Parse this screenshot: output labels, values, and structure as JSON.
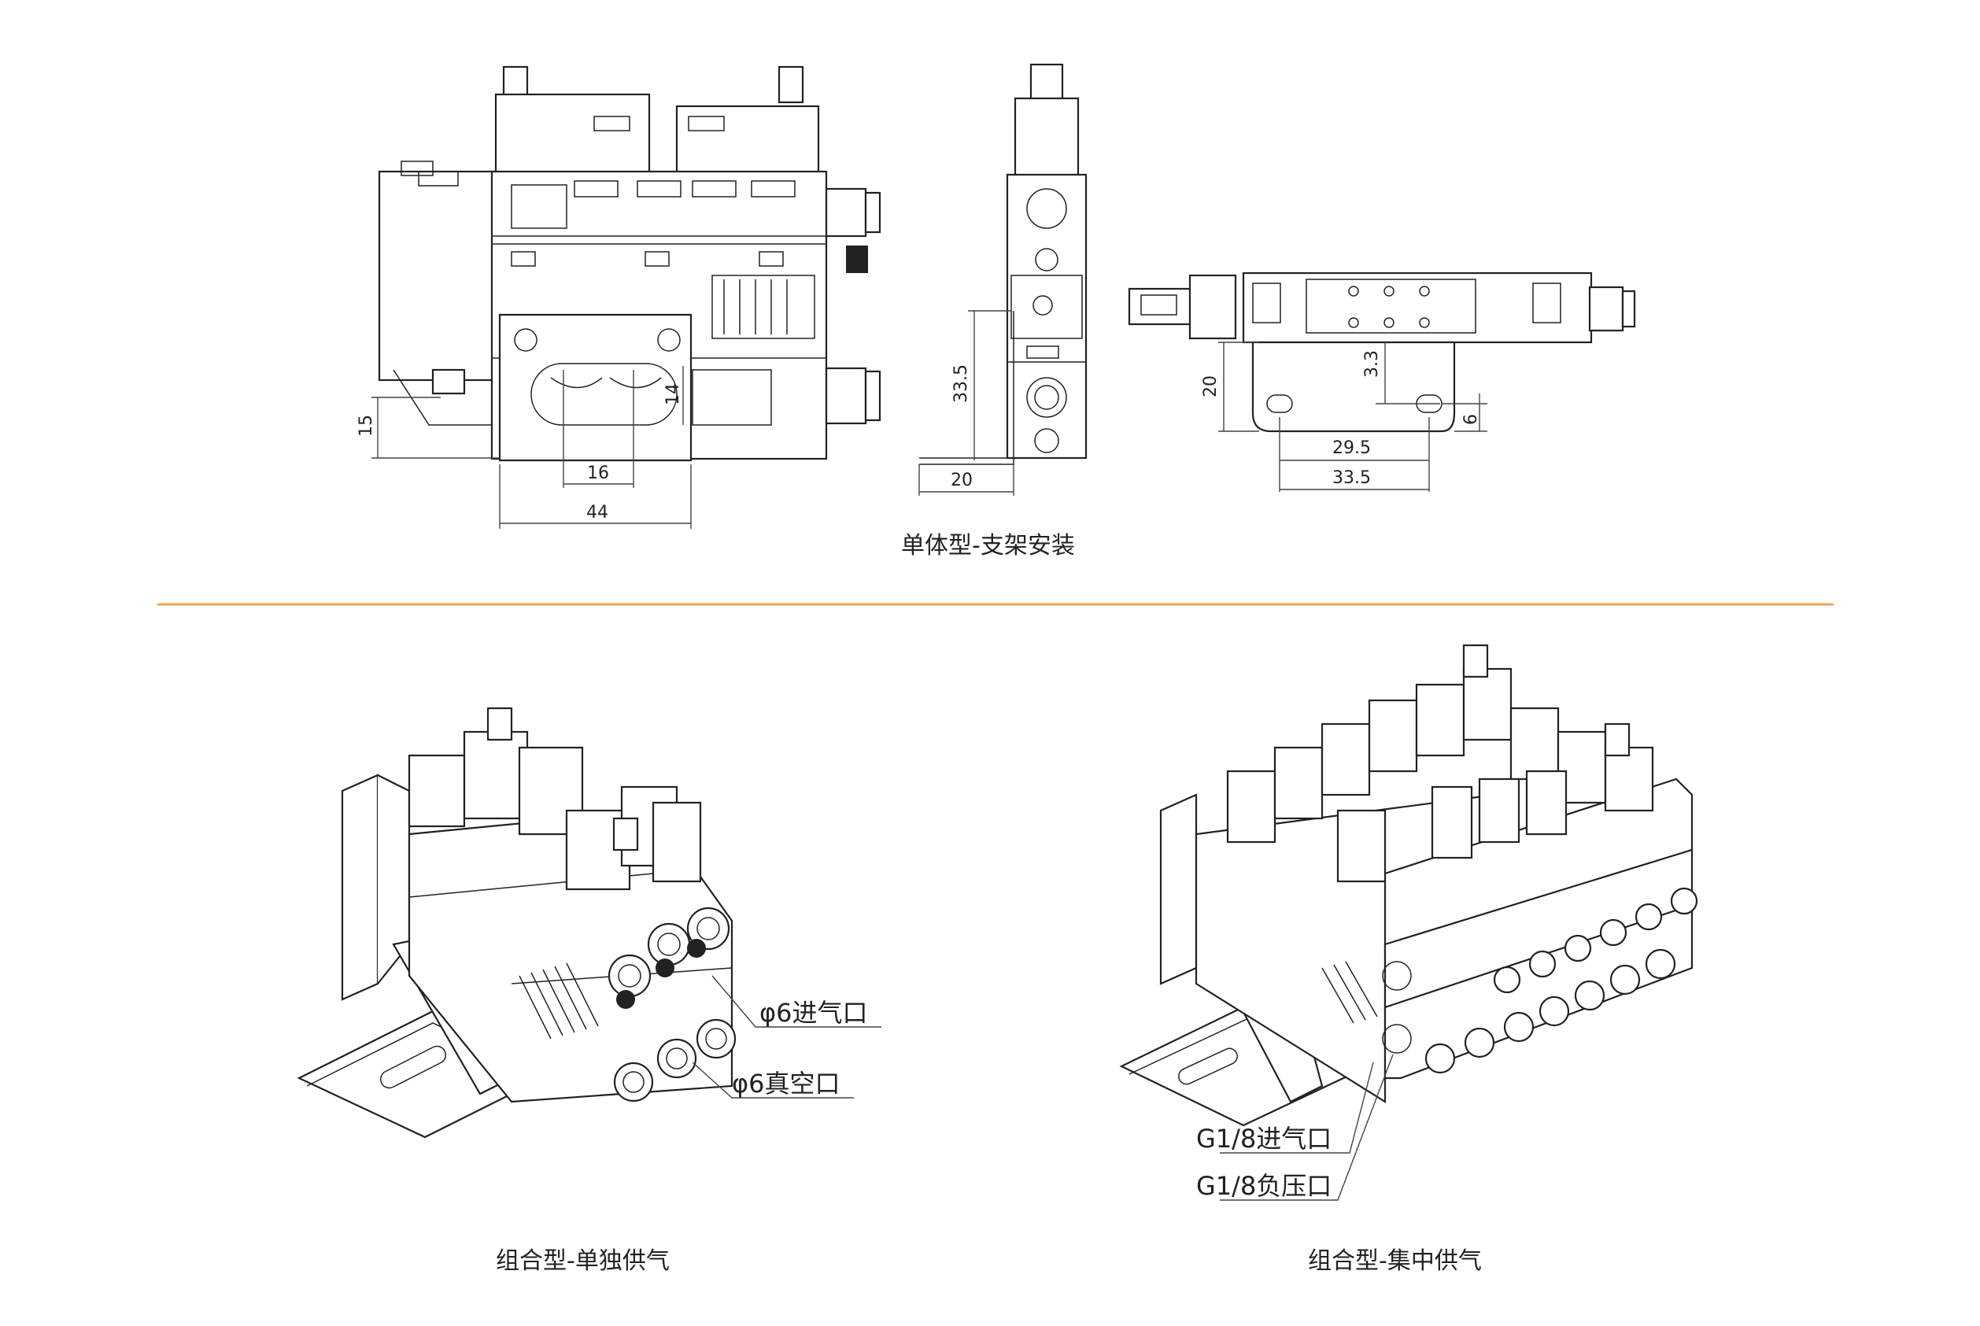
{
  "top_section": {
    "caption": "单体型-支架安装",
    "front_view_dims": {
      "d15": "15",
      "d14": "14",
      "d16": "16",
      "d44": "44"
    },
    "side_view_dims": {
      "d33_5": "33.5",
      "d20": "20"
    },
    "bottom_view_dims": {
      "d20": "20",
      "d3_3": "3.3",
      "d6": "6",
      "d29_5": "29.5",
      "d33_5": "33.5"
    }
  },
  "divider": {
    "color": "#f0a050"
  },
  "left_assembly": {
    "caption": "组合型-单独供气",
    "callouts": [
      "φ6进气口",
      "φ6真空口"
    ]
  },
  "right_assembly": {
    "caption": "组合型-集中供气",
    "callouts": [
      "G1/8进气口",
      "G1/8负压口"
    ]
  }
}
